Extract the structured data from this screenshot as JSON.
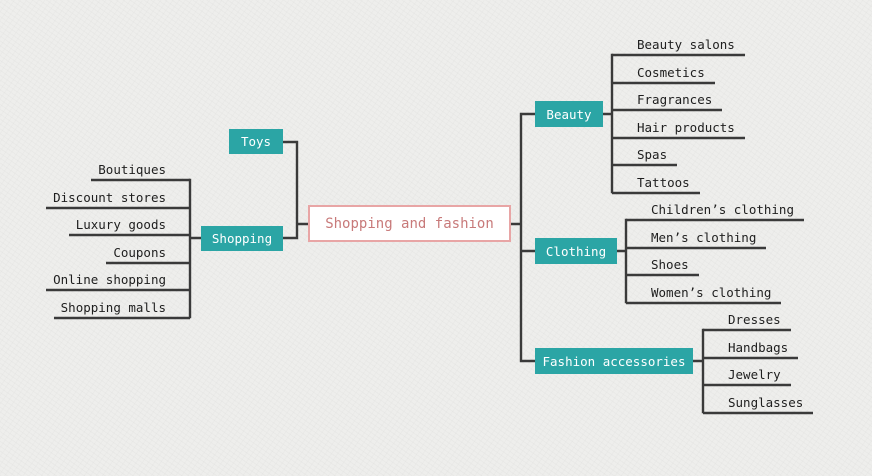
{
  "root": {
    "label": "Shopping and fashion"
  },
  "left": {
    "toys": {
      "label": "Toys"
    },
    "shopping": {
      "label": "Shopping",
      "items": [
        "Boutiques",
        "Discount stores",
        "Luxury goods",
        "Coupons",
        "Online shopping",
        "Shopping malls"
      ]
    }
  },
  "right": {
    "beauty": {
      "label": "Beauty",
      "items": [
        "Beauty salons",
        "Cosmetics",
        "Fragrances",
        "Hair products",
        "Spas",
        "Tattoos"
      ]
    },
    "clothing": {
      "label": "Clothing",
      "items": [
        "Children’s clothing",
        "Men’s clothing",
        "Shoes",
        "Women’s clothing"
      ]
    },
    "accessories": {
      "label": "Fashion accessories",
      "items": [
        "Dresses",
        "Handbags",
        "Jewelry",
        "Sunglasses"
      ]
    }
  },
  "colors": {
    "branch_node": "#2ba5a5",
    "root_border": "#e8a5a5",
    "root_text": "#c87a7a",
    "connector": "#3a3a3a",
    "background": "#eeeeec"
  }
}
